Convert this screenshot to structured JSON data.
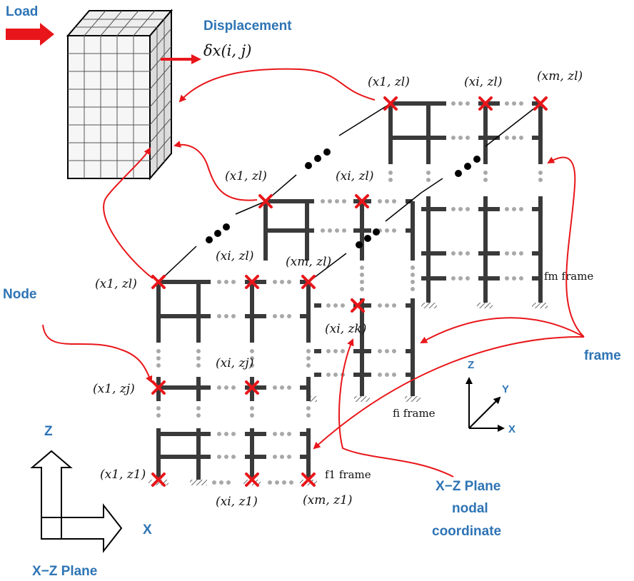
{
  "labels": {
    "load": "Load",
    "displacement": "Displacement",
    "displacement_symbol": "δx(i, j)",
    "node": "Node",
    "frame": "frame",
    "xz_plane_nodal_1": "X−Z Plane",
    "xz_plane_nodal_2": "nodal",
    "xz_plane_nodal_3": "coordinate",
    "xz_plane": "X−Z Plane",
    "axis_z": "Z",
    "axis_x": "X",
    "small_axis_z": "Z",
    "small_axis_y": "Y",
    "small_axis_x": "X"
  },
  "frames": {
    "f1": "f1 frame",
    "fi": "fi frame",
    "fm": "fm frame"
  },
  "coordinates": {
    "back_x1_zl": "(x1, zl)",
    "back_xi_zl": "(xi, zl)",
    "back_xm_zl": "(xm, zl)",
    "mid_x1_zl": "(x1, zl)",
    "mid_xi_zl": "(xi, zl)",
    "mid_xi_zk": "(xi, zk)",
    "front_x1_zl": "(x1, zl)",
    "front_xi_zl": "(xi, zl)",
    "front_xm_zl": "(xm, zl)",
    "front_x1_zj": "(x1, zj)",
    "front_xi_zj": "(xi, zj)",
    "front_x1_z1": "(x1, z1)",
    "front_xi_z1": "(xi, z1)",
    "front_xm_z1": "(xm, z1)"
  },
  "colors": {
    "label_blue": "#2E74B5",
    "marker_red": "#e8161a",
    "member_gray": "#3a3a3a",
    "dots_gray": "#a8a8a8"
  }
}
